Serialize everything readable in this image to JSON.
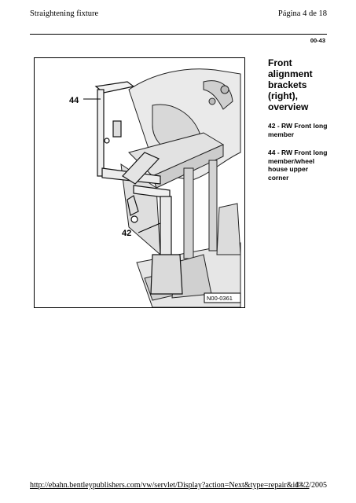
{
  "header": {
    "title": "Straightening fixture",
    "page": "Página 4 de 18"
  },
  "section_number": "00-43",
  "figure": {
    "callouts": [
      "44",
      "42"
    ],
    "code": "N00-0361"
  },
  "sidebar": {
    "title": "Front alignment brackets (right), overview",
    "items": [
      {
        "label": "42 - RW Front long member"
      },
      {
        "label": "44 - RW Front long member/wheel house upper corner"
      }
    ]
  },
  "footer": {
    "url": "http://ebahn.bentleypublishers.com/vw/servlet/Display?action=Next&type=repair&id=...",
    "date": "13/2/2005"
  }
}
